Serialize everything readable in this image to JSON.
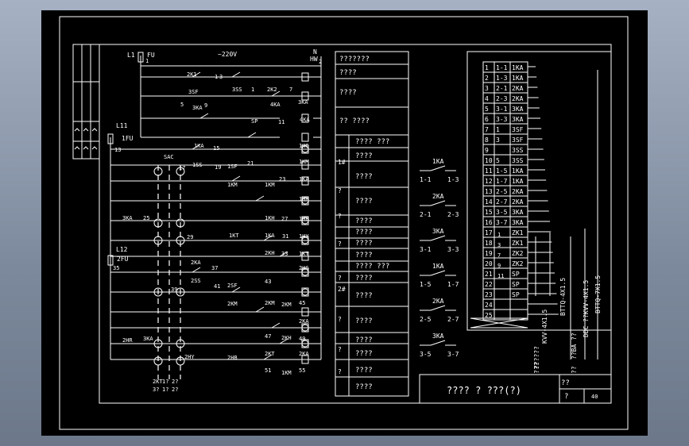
{
  "supply": {
    "l1": "L1",
    "fu": "FU",
    "fu_num": "1",
    "voltage": "~220V",
    "n": "N",
    "hw": "HW",
    "hw_sub": "2",
    "l11": "L11",
    "l1fu": "1FU",
    "l12": "L12",
    "l2fu": "2FU"
  },
  "control_labels": [
    "2K1",
    "3SF",
    "1",
    "3",
    "3SS",
    "1",
    "2K2",
    "7",
    "4KA",
    "3KA",
    "3KA",
    "5",
    "9",
    "4KA",
    "SP",
    "11",
    "1KA",
    "15",
    "1HG",
    "13",
    "SAC",
    "17",
    "1SS",
    "19",
    "1SF",
    "21",
    "1KM",
    "1KM",
    "1KM",
    "23",
    "1KA",
    "1HR",
    "3KA",
    "25",
    "1KH",
    "27",
    "1HB",
    "1KT",
    "1KA",
    "31",
    "1HY",
    "29",
    "2KH",
    "33",
    "1KT",
    "2KA",
    "37",
    "2HG",
    "35",
    "2SS",
    "39",
    "41",
    "2SF",
    "43",
    "2KM",
    "2KM",
    "2KM",
    "45",
    "2KA",
    "2HR",
    "3KA",
    "47",
    "2KH",
    "49",
    "2HB",
    "2KT",
    "2KA",
    "2HY",
    "51",
    "1KM",
    "55",
    "2KT",
    "1?",
    "2?",
    "3?",
    "1?",
    "2?",
    "3?"
  ],
  "function_table": [
    "???????",
    "????",
    "????",
    "?? ????",
    "???? ???",
    "????",
    "????",
    "????",
    "????",
    "????",
    "????",
    "????",
    "???? ???",
    "????",
    "????",
    "????",
    "????",
    "????",
    "????",
    "????"
  ],
  "side_marks": [
    "1#",
    "?",
    "?",
    "?",
    "?",
    "2#",
    "?",
    "?",
    "?"
  ],
  "relay_contacts": [
    {
      "label": "1KA",
      "left": "1-1",
      "right": "1-3"
    },
    {
      "label": "2KA",
      "left": "2-1",
      "right": "2-3"
    },
    {
      "label": "3KA",
      "left": "3-1",
      "right": "3-3"
    },
    {
      "label": "1KA",
      "left": "1-5",
      "right": "1-7"
    },
    {
      "label": "2KA",
      "left": "2-5",
      "right": "2-7"
    },
    {
      "label": "3KA",
      "left": "3-5",
      "right": "3-7"
    }
  ],
  "terminal_rows": [
    [
      "1",
      "1-1",
      "1KA"
    ],
    [
      "2",
      "1-3",
      "1KA"
    ],
    [
      "3",
      "2-1",
      "2KA"
    ],
    [
      "4",
      "2-3",
      "2KA"
    ],
    [
      "5",
      "3-1",
      "3KA"
    ],
    [
      "6",
      "3-3",
      "3KA"
    ],
    [
      "7",
      "1",
      "3SF"
    ],
    [
      "8",
      "3",
      "3SF"
    ],
    [
      "9",
      "",
      "3SS"
    ],
    [
      "10",
      "5",
      "3SS"
    ],
    [
      "11",
      "1-5",
      "1KA"
    ],
    [
      "12",
      "1-7",
      "1KA"
    ],
    [
      "13",
      "2-5",
      "2KA"
    ],
    [
      "14",
      "2-7",
      "2KA"
    ],
    [
      "15",
      "3-5",
      "3KA"
    ],
    [
      "16",
      "3-7",
      "3KA"
    ],
    [
      "17",
      "",
      "ZK1"
    ],
    [
      "18",
      "",
      "ZK1"
    ],
    [
      "19",
      "",
      "ZK2"
    ],
    [
      "20",
      "",
      "ZK2"
    ],
    [
      "21",
      "",
      "SP"
    ],
    [
      "22",
      "",
      "SP"
    ],
    [
      "23",
      "",
      "SP"
    ],
    [
      "24",
      "",
      ""
    ],
    [
      "25",
      "",
      ""
    ]
  ],
  "terminal_extra": [
    "1",
    "3",
    "7",
    "9",
    "11"
  ],
  "cable_labels": [
    "KVV-4X1.5",
    "??????",
    "???",
    "BTTQ-4X1.5",
    "??BA ??",
    "??",
    "DDC ??KVV-4X1.5",
    "BTTQ-7X1.5"
  ],
  "title_block": {
    "main": "???? ? ???(?)",
    "cell_a": "??",
    "cell_b": "?",
    "sheet": "40"
  }
}
